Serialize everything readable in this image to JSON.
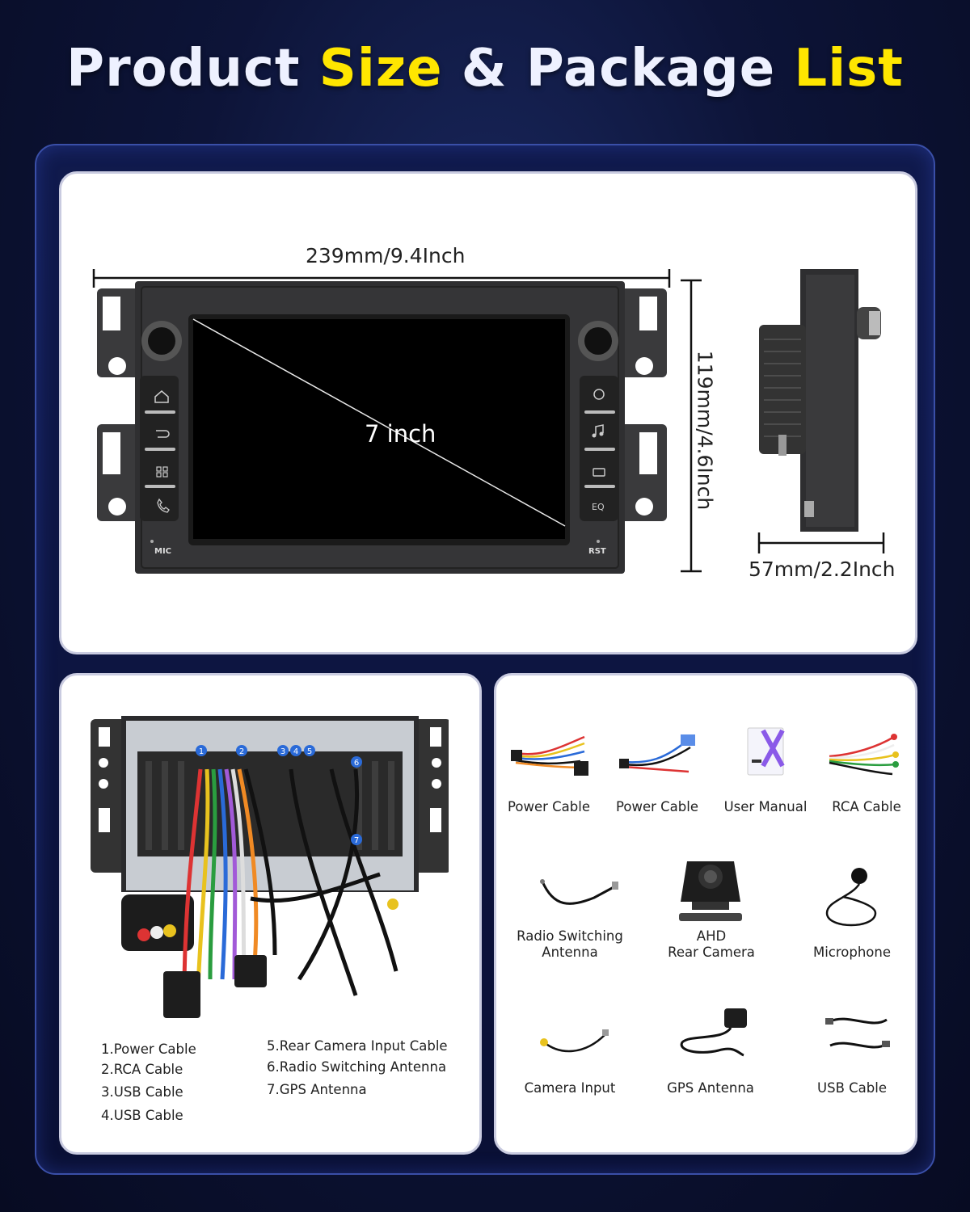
{
  "title": {
    "part1": "Product ",
    "part2": "Size",
    "part3": " & Package ",
    "part4": "List"
  },
  "colors": {
    "accent": "#ffe600",
    "background": "#0d1438",
    "card": "#ffffff"
  },
  "dimensions": {
    "width": "239mm/9.4Inch",
    "height": "119mm/4.6Inch",
    "depth": "57mm/2.2Inch",
    "screen": "7 inch",
    "mic_label": "MIC",
    "rst_label": "RST",
    "eq_label": "EQ"
  },
  "rear_view": {
    "markers": [
      "1",
      "2",
      "3",
      "4",
      "5",
      "6",
      "7"
    ],
    "list_left": [
      "1.Power Cable",
      "2.RCA Cable",
      "3.USB Cable",
      "4.USB Cable"
    ],
    "list_right": [
      "5.Rear Camera Input Cable",
      "6.Radio Switching Antenna",
      "7.GPS Antenna"
    ]
  },
  "package": {
    "row1": [
      "Power Cable",
      "Power Cable",
      "User Manual",
      "RCA Cable"
    ],
    "row2": [
      {
        "line1": "Radio Switching",
        "line2": "Antenna"
      },
      {
        "line1": "AHD",
        "line2": "Rear Camera"
      },
      {
        "line1": "",
        "line2": "Microphone"
      }
    ],
    "row3": [
      "Camera Input",
      "GPS Antenna",
      "USB Cable"
    ]
  }
}
